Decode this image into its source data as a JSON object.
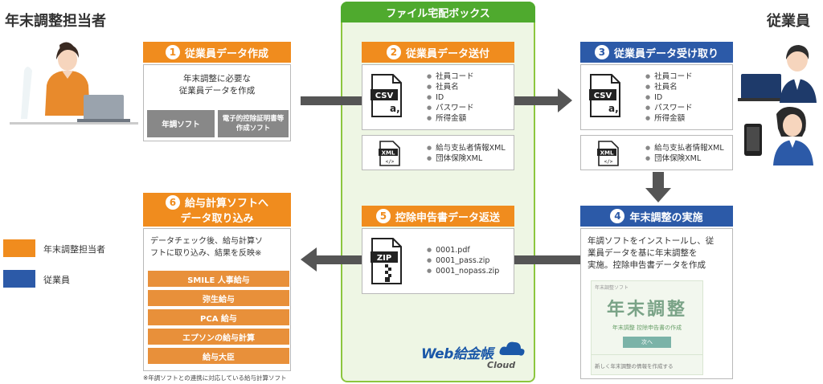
{
  "roles": {
    "left": "年末調整担当者",
    "right": "従業員"
  },
  "center": {
    "title": "ファイル宅配ボックス",
    "logo_main": "Web給金帳",
    "logo_sub": "Cloud"
  },
  "steps": {
    "s1": {
      "num": "1",
      "title": "従業員データ作成",
      "desc_line1": "年末調整に必要な",
      "desc_line2": "従業員データを作成",
      "btn1": "年調ソフト",
      "btn2_line1": "電子的控除証明書等",
      "btn2_line2": "作成ソフト"
    },
    "s2": {
      "num": "2",
      "title": "従業員データ送付",
      "csv_label": "CSV",
      "items": [
        "社員コード",
        "社員名",
        "ID",
        "パスワード",
        "所得金額"
      ],
      "xml_label": "XML",
      "xml_items": [
        "給与支払者情報XML",
        "団体保険XML"
      ]
    },
    "s3": {
      "num": "3",
      "title": "従業員データ受け取り",
      "csv_label": "CSV",
      "items": [
        "社員コード",
        "社員名",
        "ID",
        "パスワード",
        "所得金額"
      ],
      "xml_label": "XML",
      "xml_items": [
        "給与支払者情報XML",
        "団体保険XML"
      ]
    },
    "s4": {
      "num": "4",
      "title": "年末調整の実施",
      "desc_line1": "年調ソフトをインストールし、従",
      "desc_line2": "業員データを基に年末調整を",
      "desc_line3": "実施。控除申告書データを作成",
      "screen_top": "年末調整ソフト",
      "screen_big": "年末調整",
      "screen_mid": "年末調整 控除申告書の作成",
      "screen_btn": "次へ",
      "screen_bottom": "新しく年末調整の情報を作成する"
    },
    "s5": {
      "num": "5",
      "title": "控除申告書データ返送",
      "zip_label": "ZIP",
      "items": [
        "0001.pdf",
        "0001_pass.zip",
        "0001_nopass.zip"
      ]
    },
    "s6": {
      "num": "6",
      "title_line1": "給与計算ソフトへ",
      "title_line2": "データ取り込み",
      "desc_line1": "データチェック後、給与計算ソ",
      "desc_line2": "フトに取り込み、結果を反映※",
      "software": [
        "SMILE 人事給与",
        "弥生給与",
        "PCA 給与",
        "エプソンの給与計算",
        "給与大臣"
      ],
      "footnote": "※年調ソフトとの連携に対応している給与計算ソフト"
    }
  },
  "legend": [
    {
      "label": "年末調整担当者",
      "color": "#f08c1e"
    },
    {
      "label": "従業員",
      "color": "#2c5aa8"
    }
  ]
}
